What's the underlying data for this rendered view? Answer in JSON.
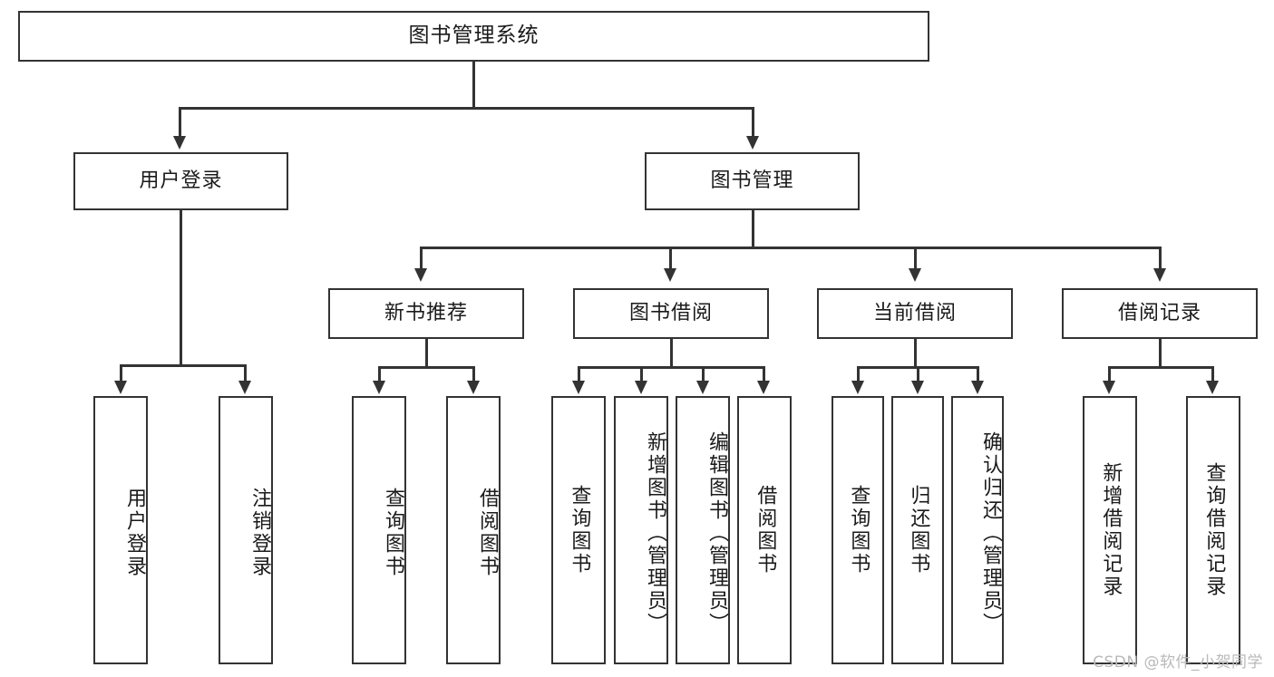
{
  "diagram": {
    "type": "tree",
    "title": "图书管理系统",
    "root": {
      "label": "图书管理系统"
    },
    "level1": [
      {
        "label": "用户登录"
      },
      {
        "label": "图书管理"
      }
    ],
    "level2": [
      {
        "label": "新书推荐"
      },
      {
        "label": "图书借阅"
      },
      {
        "label": "当前借阅"
      },
      {
        "label": "借阅记录"
      }
    ],
    "leaves": {
      "user_login": [
        {
          "label": "用户登录"
        },
        {
          "label": "注销登录"
        }
      ],
      "new_book_recommend": [
        {
          "label": "查询图书"
        },
        {
          "label": "借阅图书"
        }
      ],
      "book_borrow": [
        {
          "label": "查询图书"
        },
        {
          "label": "新增图书（管理员）"
        },
        {
          "label": "编辑图书（管理员）"
        },
        {
          "label": "借阅图书"
        }
      ],
      "current_borrow": [
        {
          "label": "查询图书"
        },
        {
          "label": "归还图书"
        },
        {
          "label": "确认归还（管理员）"
        }
      ],
      "borrow_record": [
        {
          "label": "新增借阅记录"
        },
        {
          "label": "查询借阅记录"
        }
      ]
    }
  },
  "watermark": {
    "text": "CSDN @软件_小贺同学"
  },
  "colors": {
    "stroke": "#333333",
    "background": "#ffffff",
    "text": "#1a1a1a",
    "watermark": "#b9b9b9"
  }
}
